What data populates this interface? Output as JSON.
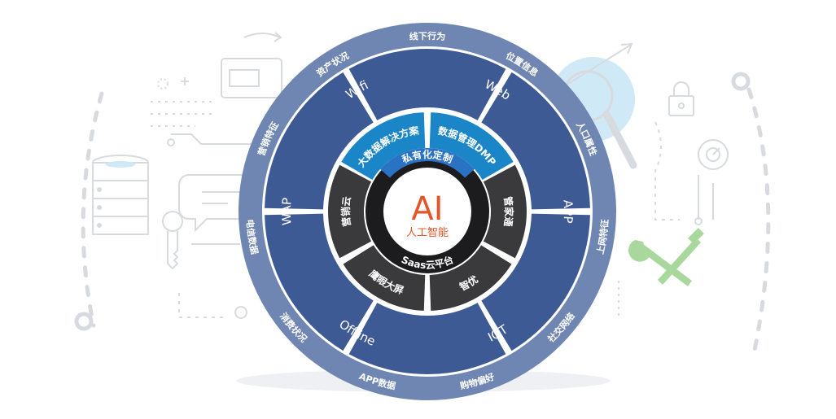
{
  "center": {
    "title": "AI",
    "subtitle": "人工智能"
  },
  "inner_ring": {
    "private_label": "私有化定制",
    "saas_label": "Saas云平台",
    "segments": [
      {
        "key": "bigdata",
        "label": "大数据解决方案"
      },
      {
        "key": "dmp",
        "label": "数据管理DMP"
      },
      {
        "key": "guanjia",
        "label": "管家通"
      },
      {
        "key": "youhua",
        "label": "智优"
      },
      {
        "key": "ermu",
        "label": "鹰眼大屏"
      },
      {
        "key": "yingxiao",
        "label": "营销云"
      }
    ]
  },
  "middle_ring": [
    {
      "key": "wifi",
      "label": "Wifi"
    },
    {
      "key": "web",
      "label": "Web"
    },
    {
      "key": "app",
      "label": "APP"
    },
    {
      "key": "iot",
      "label": "IOT"
    },
    {
      "key": "offline",
      "label": "Offline"
    },
    {
      "key": "wap",
      "label": "WAP"
    }
  ],
  "outer_ring": [
    {
      "key": "offline_behavior",
      "label": "线下行为"
    },
    {
      "key": "location",
      "label": "位置信息"
    },
    {
      "key": "population",
      "label": "人口属性"
    },
    {
      "key": "online_feature",
      "label": "上网特征"
    },
    {
      "key": "social",
      "label": "社交网络"
    },
    {
      "key": "shopping",
      "label": "购物偏好"
    },
    {
      "key": "app_data",
      "label": "APP数据"
    },
    {
      "key": "consume",
      "label": "消费状况"
    },
    {
      "key": "telecom",
      "label": "电信数据"
    },
    {
      "key": "marketing",
      "label": "营销特征"
    },
    {
      "key": "asset",
      "label": "资产状况"
    }
  ],
  "colors": {
    "outer_ring": "#6f86b3",
    "middle_ring": "#3e5a94",
    "inner_dark": "#3a3a3c",
    "blue_segment": "#1a86c8",
    "center_text": "#e2562a",
    "background_lines": "#d7dadf",
    "wrench_green": "#a8d89c",
    "lens_blue": "#cfeaf6"
  },
  "icons": {
    "left_top": "usb-icon",
    "left_mid": "database-icon",
    "left_key": "key-icon",
    "left_chat": "chat-bubble-icon",
    "right_search": "search-icon",
    "right_lock": "lock-icon",
    "right_gauge": "gauge-icon",
    "right_tools": "wrench-screwdriver-icon"
  }
}
